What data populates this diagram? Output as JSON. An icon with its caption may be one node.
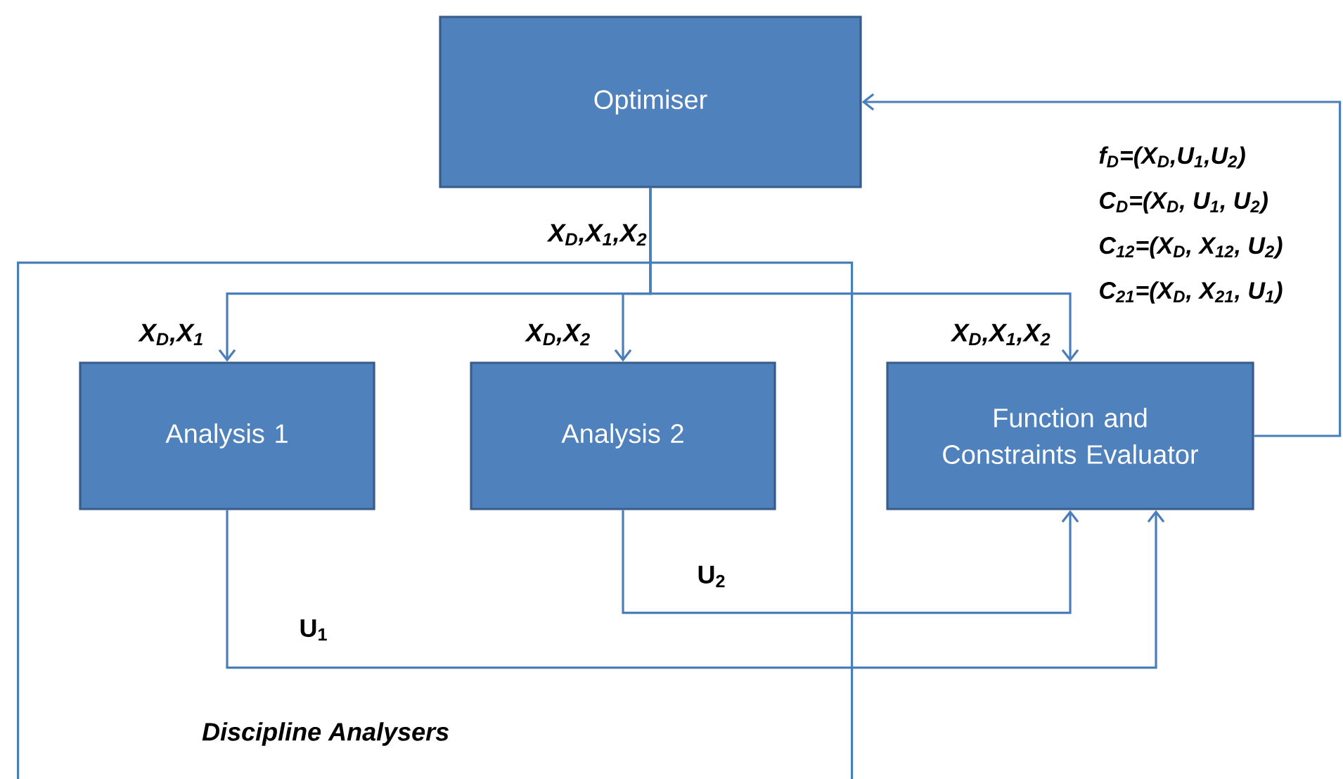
{
  "diagram": {
    "nodes": [
      {
        "text": [
          "Optimiser"
        ]
      },
      {
        "text": [
          "Discipline Analysers"
        ]
      },
      {
        "text": [
          "Analysis 1"
        ],
        "in": 1
      },
      {
        "text": [
          "Analysis 2"
        ],
        "in": 1
      },
      {
        "text": [
          "Function and Constraints Evaluator"
        ]
      }
    ],
    "edges": [
      {
        "from": 0,
        "to": 2,
        "arrow": "to",
        "label": "X$_{D}$,X$_{1}$"
      },
      {
        "from": 0,
        "to": 3,
        "arrow": "to",
        "label": "X$_{D}$,X$_{2}$"
      },
      {
        "from": 0,
        "to": 4,
        "arrow": "to",
        "label": "X$_{D}$,X$_{1}$,X$_{2}$"
      },
      {
        "from": 4,
        "to": 0,
        "arrow": "to"
      },
      {
        "from": 3,
        "to": 4,
        "arrow": "to",
        "label": "U$_{2}$"
      },
      {
        "from": 2,
        "to": 4,
        "arrow": "to",
        "label": "U$_{1}$"
      }
    ],
    "labels": [
      "X$_{D}$,X$_{1}$,X$_{2}$",
      "f$_{D}$=(X$_{D}$,U$_{1}$,U$_{2}$)",
      "C$_{D}$=(X$_{D}$, U$_{1}$, U$_{2}$)",
      "C$_{12}$=(X$_{D}$, X$_{12}$, U$_{2}$)",
      "C$_{21}$=(X$_{D}$, X$_{21}$, U$_{1}$)"
    ]
  }
}
